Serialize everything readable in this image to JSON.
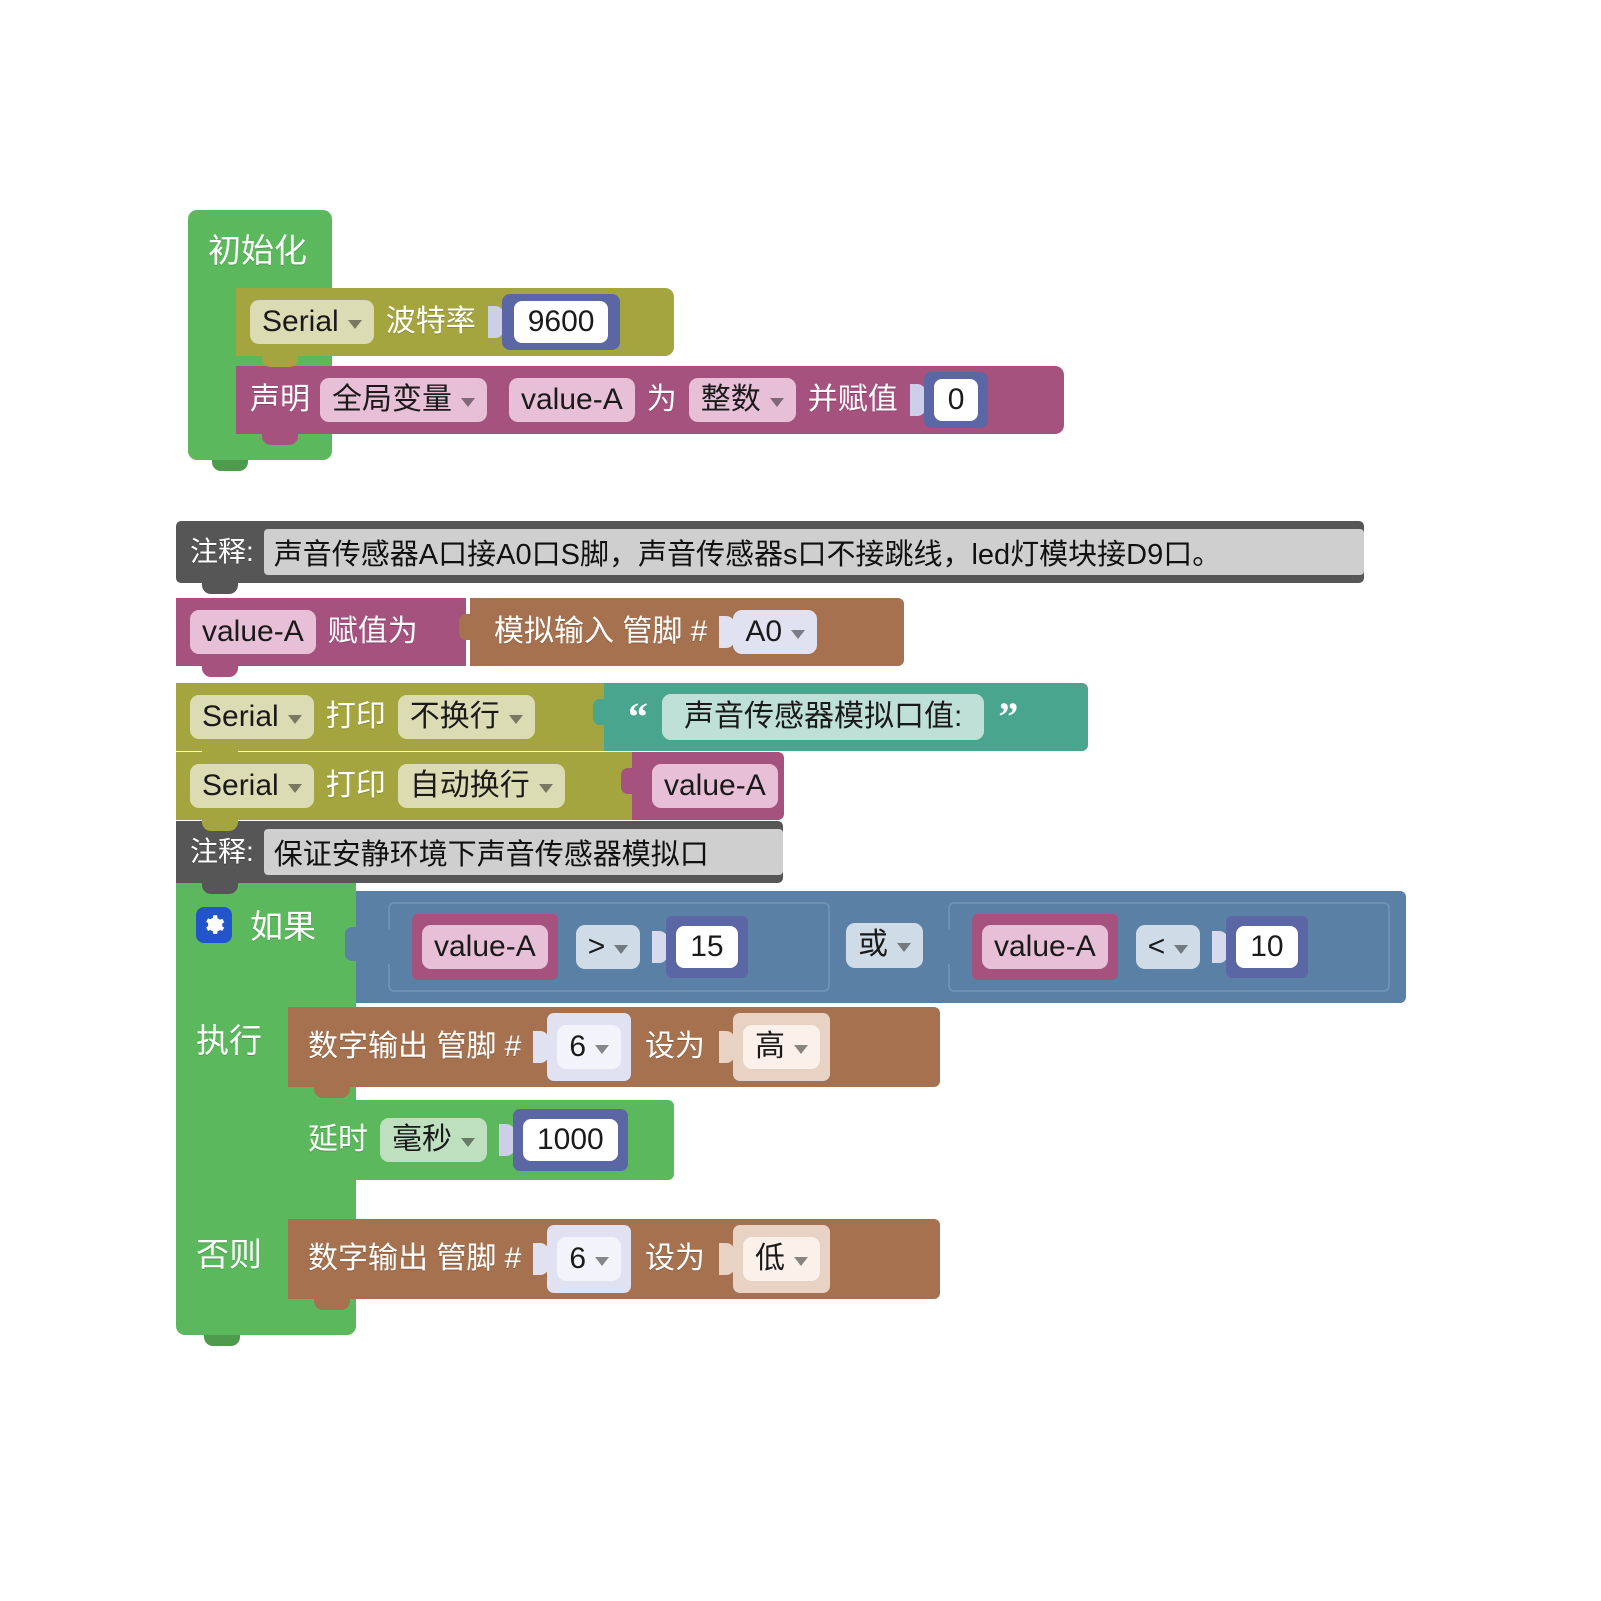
{
  "workspace": {
    "title": "Mixly blockly workspace",
    "language": "zh-CN"
  },
  "setup_block": {
    "label": "初始化",
    "children": [
      {
        "type": "serial-begin",
        "port": "Serial",
        "baud_label": "波特率",
        "baud_value": "9600"
      },
      {
        "type": "variable-declare",
        "declare_label": "声明",
        "scope": "全局变量",
        "var_name": "value-A",
        "as_label": "为",
        "var_type": "整数",
        "assign_label": "并赋值",
        "assign_value": "0"
      }
    ]
  },
  "loop_blocks": [
    {
      "type": "comment",
      "label": "注释:",
      "text": "声音传感器A口接A0口S脚，声音传感器s口不接跳线，led灯模块接D9口。"
    },
    {
      "type": "variable-set",
      "var_name": "value-A",
      "set_label": "赋值为",
      "value": {
        "type": "analog-read",
        "label": "模拟输入 管脚 #",
        "pin": "A0"
      }
    },
    {
      "type": "serial-print",
      "port": "Serial",
      "print_label": "打印",
      "newline_mode": "不换行",
      "value": {
        "type": "text",
        "text": "声音传感器模拟口值:",
        "open_quote": "“",
        "close_quote": "”"
      }
    },
    {
      "type": "serial-print",
      "port": "Serial",
      "print_label": "打印",
      "newline_mode": "自动换行",
      "value": {
        "type": "variable-get",
        "var_name": "value-A"
      }
    },
    {
      "type": "comment",
      "label": "注释:",
      "text": "保证安静环境下声音传感器模拟口"
    },
    {
      "type": "controls-if",
      "if_label": "如果",
      "do_label": "执行",
      "else_label": "否则",
      "gear_icon": "gear-icon",
      "condition": {
        "type": "logic-operation",
        "operator": "或",
        "left": {
          "type": "logic-compare",
          "left_var": "value-A",
          "operator": ">",
          "right_value": "15"
        },
        "right": {
          "type": "logic-compare",
          "left_var": "value-A",
          "operator": "<",
          "right_value": "10"
        }
      },
      "do_statements": [
        {
          "type": "digital-write",
          "label": "数字输出 管脚 #",
          "pin": "6",
          "set_label": "设为",
          "state": "高"
        },
        {
          "type": "delay",
          "label": "延时",
          "unit": "毫秒",
          "value": "1000"
        }
      ],
      "else_statements": [
        {
          "type": "digital-write",
          "label": "数字输出 管脚 #",
          "pin": "6",
          "set_label": "设为",
          "state": "低"
        }
      ]
    }
  ],
  "colors": {
    "setup_green": "#5cb85c",
    "serial_olive": "#a5a53f",
    "variable_plum": "#a5527f",
    "io_brown": "#a5714f",
    "logic_blue": "#5b80a5",
    "math_indigo": "#5b67a5",
    "text_teal": "#4aa58f",
    "comment_grey": "#565656",
    "canvas_white": "#ffffff"
  }
}
